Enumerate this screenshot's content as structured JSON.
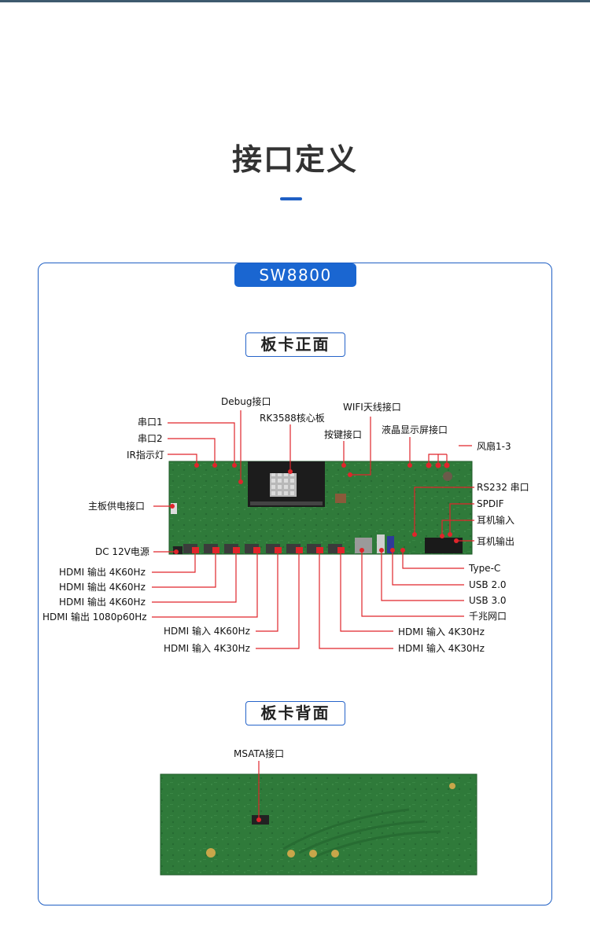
{
  "page": {
    "title": "接口定义",
    "model": "SW8800",
    "front_section": "板卡正面",
    "back_section": "板卡背面"
  },
  "front_labels": {
    "uart1": "串口1",
    "uart2": "串口2",
    "ir_led": "IR指示灯",
    "debug": "Debug接口",
    "core_board": "RK3588核心板",
    "wifi": "WIFI天线接口",
    "keys": "按键接口",
    "lcd": "液晶显示屏接口",
    "fan": "风扇1-3",
    "rs232": "RS232 串口",
    "spdif": "SPDIF",
    "mic_in": "耳机输入",
    "headphone_out": "耳机输出",
    "main_power": "主板供电接口",
    "dc12v": "DC 12V电源",
    "hdmi_out1": "HDMI 输出 4K60Hz",
    "hdmi_out2": "HDMI 输出 4K60Hz",
    "hdmi_out3": "HDMI 输出 4K60Hz",
    "hdmi_out4": "HDMI 输出 1080p60Hz",
    "hdmi_in1": "HDMI 输入 4K60Hz",
    "hdmi_in2": "HDMI 输入 4K30Hz",
    "type_c": "Type-C",
    "usb2": "USB 2.0",
    "usb3": "USB 3.0",
    "gbe": "千兆网口",
    "hdmi_in3": "HDMI 输入 4K30Hz",
    "hdmi_in4": "HDMI 输入 4K30Hz"
  },
  "back_labels": {
    "msata": "MSATA接口"
  },
  "colors": {
    "accent": "#1a66d1",
    "leader": "#e0252b",
    "pcb": "#2f7a3a"
  }
}
